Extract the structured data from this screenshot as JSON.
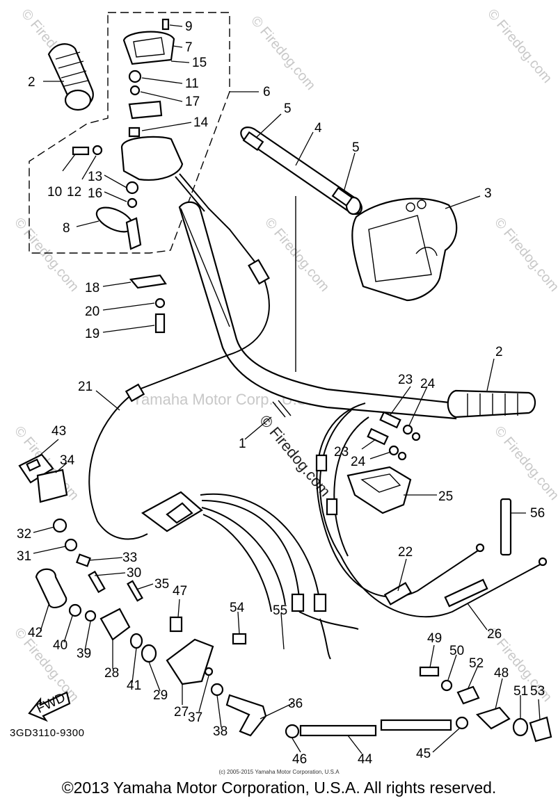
{
  "footer": {
    "copyright": "©2013 Yamaha Motor Corporation, U.S.A. All rights reserved.",
    "small_copyright": "(c) 2005-2015 Yamaha Motor Corporation, U.S.A"
  },
  "diagram": {
    "code": "3GD3110-9300",
    "fwd_label": "FWD",
    "watermark_center": "Yamaha Motor Corp., U.S.A.",
    "watermark_site": "© Firedog.com"
  },
  "callouts": {
    "c1": "1",
    "c2a": "2",
    "c2b": "2",
    "c3": "3",
    "c4": "4",
    "c5a": "5",
    "c5b": "5",
    "c6": "6",
    "c7": "7",
    "c8": "8",
    "c9": "9",
    "c10": "10",
    "c11": "11",
    "c12": "12",
    "c13": "13",
    "c14": "14",
    "c15": "15",
    "c16": "16",
    "c17": "17",
    "c18": "18",
    "c19": "19",
    "c20": "20",
    "c21": "21",
    "c22": "22",
    "c23a": "23",
    "c23b": "23",
    "c24a": "24",
    "c24b": "24",
    "c25": "25",
    "c26": "26",
    "c27": "27",
    "c28": "28",
    "c29": "29",
    "c30": "30",
    "c31": "31",
    "c32": "32",
    "c33": "33",
    "c34": "34",
    "c35": "35",
    "c36": "36",
    "c37": "37",
    "c38": "38",
    "c39": "39",
    "c40": "40",
    "c41": "41",
    "c42": "42",
    "c43": "43",
    "c44": "44",
    "c45": "45",
    "c46": "46",
    "c47": "47",
    "c48": "48",
    "c49": "49",
    "c50": "50",
    "c51": "51",
    "c52": "52",
    "c53": "53",
    "c54": "54",
    "c55": "55",
    "c56": "56"
  }
}
